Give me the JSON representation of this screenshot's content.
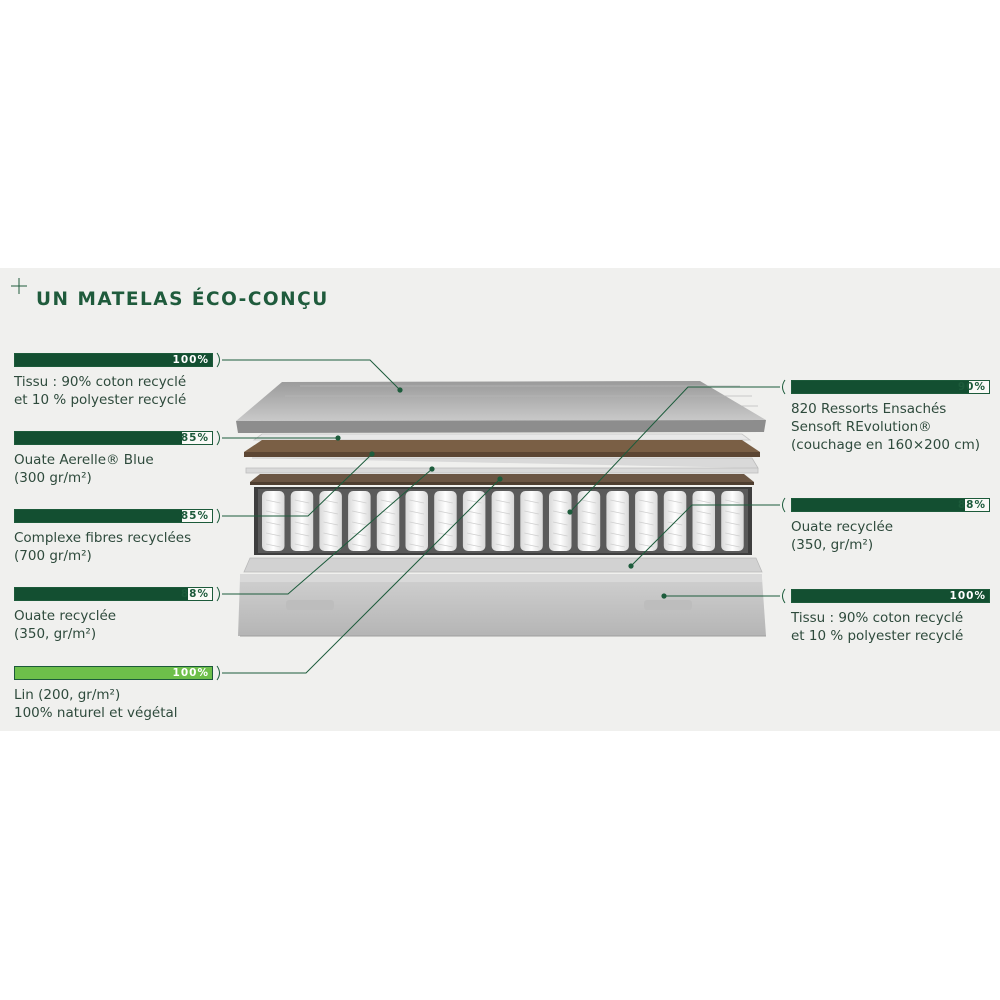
{
  "title": "UN MATELAS ÉCO-CONÇU",
  "colors": {
    "dark_green": "#134f31",
    "light_green": "#6dbf4a",
    "text": "#2e4a3c",
    "panel": "#f0f0ee"
  },
  "callouts_left": [
    {
      "percent": "100%",
      "value": 100,
      "color": "dark",
      "lines": [
        "Tissu : 90% coton recyclé",
        "et 10 % polyester recyclé"
      ]
    },
    {
      "percent": "85%",
      "value": 85,
      "color": "dark",
      "lines": [
        "Ouate Aerelle® Blue",
        "(300 gr/m²)"
      ]
    },
    {
      "percent": "85%",
      "value": 85,
      "color": "dark",
      "lines": [
        "Complexe fibres recyclées",
        "(700 gr/m²)"
      ]
    },
    {
      "percent": "88%",
      "value": 88,
      "color": "dark",
      "lines": [
        "Ouate recyclée",
        "(350, gr/m²)"
      ]
    },
    {
      "percent": "100%",
      "value": 100,
      "color": "light",
      "lines": [
        "Lin (200, gr/m²)",
        "100% naturel et végétal"
      ]
    }
  ],
  "callouts_right": [
    {
      "percent": "90%",
      "value": 90,
      "color": "dark",
      "lines": [
        "820 Ressorts Ensachés",
        "Sensoft REvolution®",
        "(couchage en 160×200 cm)"
      ]
    },
    {
      "percent": "88%",
      "value": 88,
      "color": "dark",
      "lines": [
        "Ouate recyclée",
        "(350, gr/m²)"
      ]
    },
    {
      "percent": "100%",
      "value": 100,
      "color": "dark",
      "lines": [
        "Tissu : 90% coton recyclé",
        "et 10 % polyester recyclé"
      ]
    }
  ]
}
